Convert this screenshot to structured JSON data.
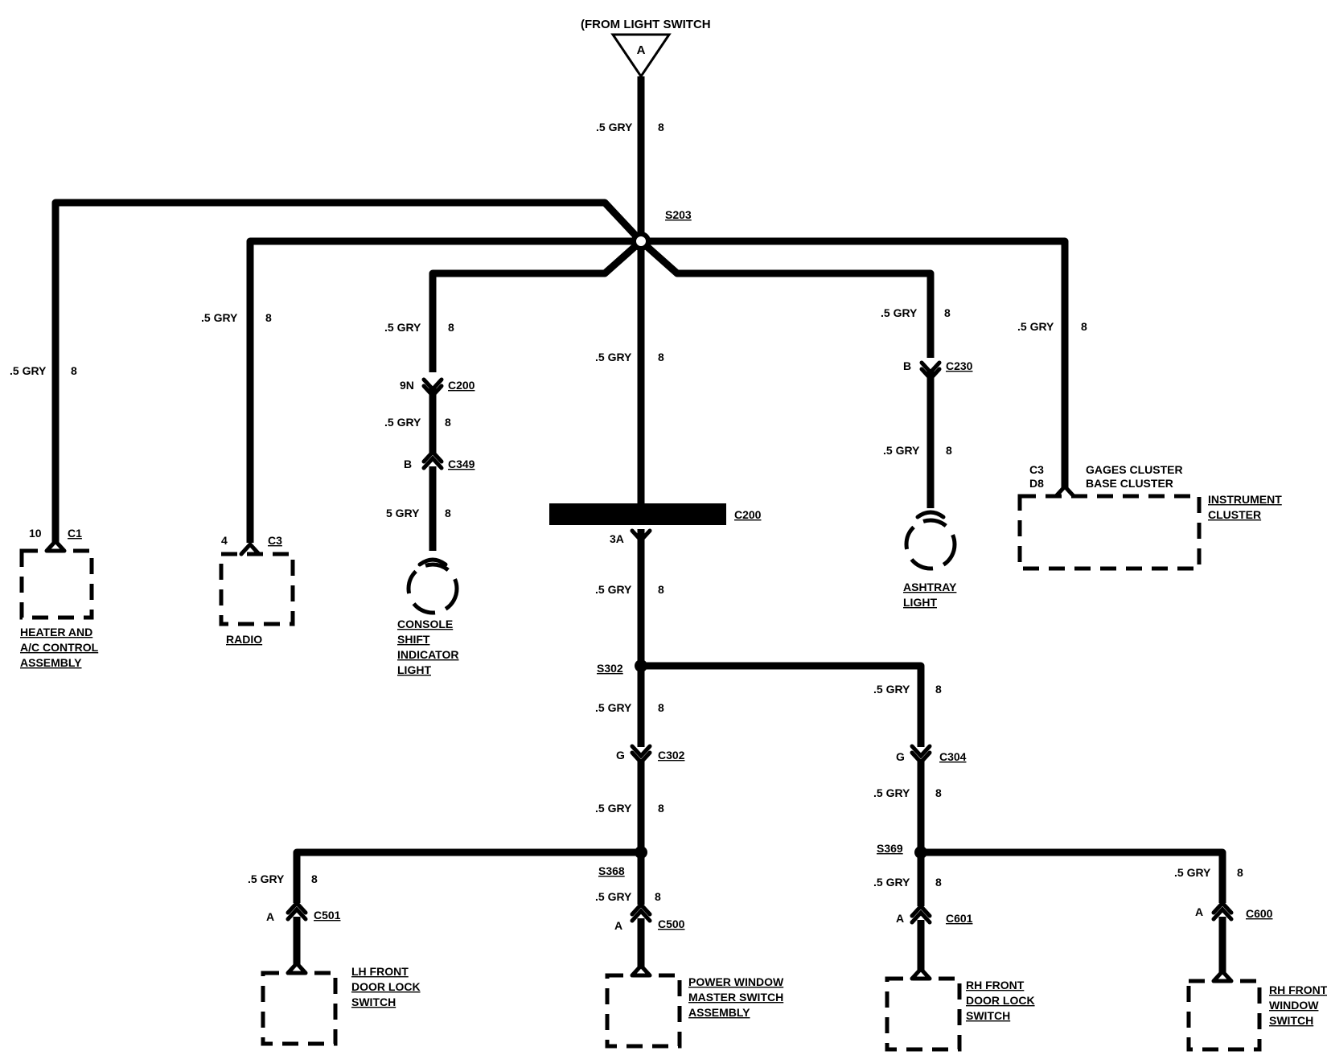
{
  "source": {
    "label": "(FROM LIGHT SWITCH",
    "connector": "A"
  },
  "wire_label": ".5 GRY",
  "wire_label_alt": "5 GRY",
  "circuit": "8",
  "splices": {
    "s203": "S203",
    "s302": "S302",
    "s368": "S368",
    "s369": "S369"
  },
  "connectors": {
    "c1": "C1",
    "c3": "C3",
    "c200": "C200",
    "c349": "C349",
    "c230": "C230",
    "c302": "C302",
    "c304": "C304",
    "c501": "C501",
    "c500": "C500",
    "c601": "C601",
    "c600": "C600"
  },
  "pins": {
    "heater": "10",
    "radio": "4",
    "console_c200": "9N",
    "console_c349": "B",
    "ashtray": "B",
    "cluster_a": "C3",
    "cluster_b": "D8",
    "main_c200": "3A",
    "c302": "G",
    "c304": "G",
    "c501": "A",
    "c500": "A",
    "c601": "A",
    "c600": "A"
  },
  "components": {
    "heater": [
      "HEATER AND",
      "A/C CONTROL",
      "ASSEMBLY"
    ],
    "radio": [
      "RADIO"
    ],
    "console": [
      "CONSOLE",
      "SHIFT",
      "INDICATOR",
      "LIGHT"
    ],
    "ashtray": [
      "ASHTRAY",
      "LIGHT"
    ],
    "cluster_variants": [
      "GAGES CLUSTER",
      "BASE CLUSTER"
    ],
    "cluster": [
      "INSTRUMENT",
      "CLUSTER"
    ],
    "lh_door": [
      "LH FRONT",
      "DOOR LOCK",
      "SWITCH"
    ],
    "power_window": [
      "POWER WINDOW",
      "MASTER SWITCH",
      "ASSEMBLY"
    ],
    "rh_door": [
      "RH FRONT",
      "DOOR LOCK",
      "SWITCH"
    ],
    "rh_window": [
      "RH FRONT",
      "WINDOW",
      "SWITCH"
    ]
  }
}
